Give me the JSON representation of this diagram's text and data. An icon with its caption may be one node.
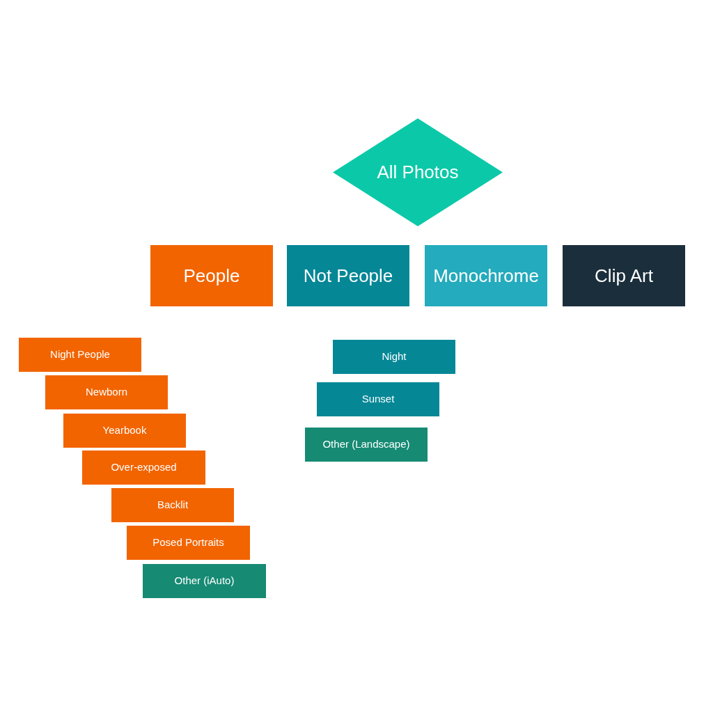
{
  "diagram": {
    "nodes": [
      {
        "text": [
          "All Photos"
        ]
      },
      {
        "text": [
          "People"
        ]
      },
      {
        "text": [
          "Not People"
        ]
      },
      {
        "text": [
          "Monochrome"
        ]
      },
      {
        "text": [
          "Clip Art"
        ]
      },
      {
        "text": [
          "Night People"
        ]
      },
      {
        "text": [
          "Newborn"
        ]
      },
      {
        "text": [
          "Yearbook"
        ]
      },
      {
        "text": [
          "Over-exposed"
        ]
      },
      {
        "text": [
          "Backlit"
        ]
      },
      {
        "text": [
          "Posed Portraits"
        ]
      },
      {
        "text": [
          "Other (iAuto)"
        ]
      },
      {
        "text": [
          "Night"
        ]
      },
      {
        "text": [
          "Sunset"
        ]
      },
      {
        "text": [
          "Other (Landscape)"
        ]
      }
    ]
  }
}
